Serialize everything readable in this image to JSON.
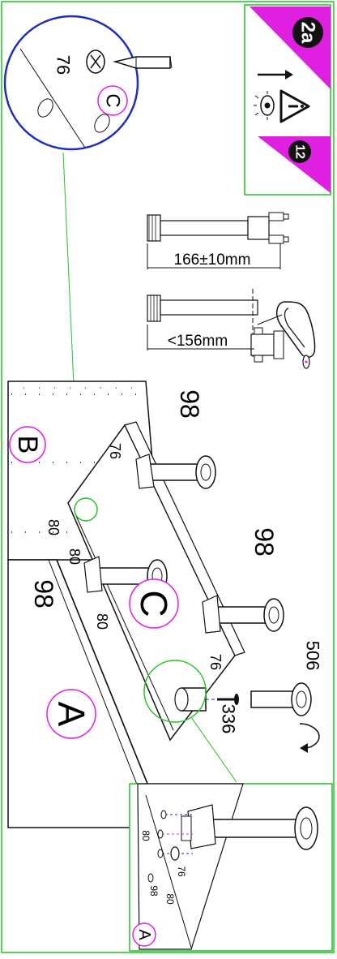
{
  "step": {
    "number": "2a",
    "ref_number": "12"
  },
  "colors": {
    "frame_green": "#22c322",
    "accent_magenta": "#e020e0",
    "detail_blue": "#1f2fb8",
    "ink": "#111111"
  },
  "icons": {
    "arrow": "arrow-down-icon",
    "eye": "eye-icon",
    "warning": "warning-triangle-icon",
    "screwdriver": "screwdriver-icon",
    "rotate": "rotate-arrow-icon"
  },
  "measurements": {
    "long": "166±10mm",
    "short": "<156mm"
  },
  "panels": {
    "a": "A",
    "b": "B",
    "c": "C"
  },
  "parts": {
    "p98": "98",
    "p80": "80",
    "p76": "76",
    "p506": "506",
    "p336": "336"
  }
}
